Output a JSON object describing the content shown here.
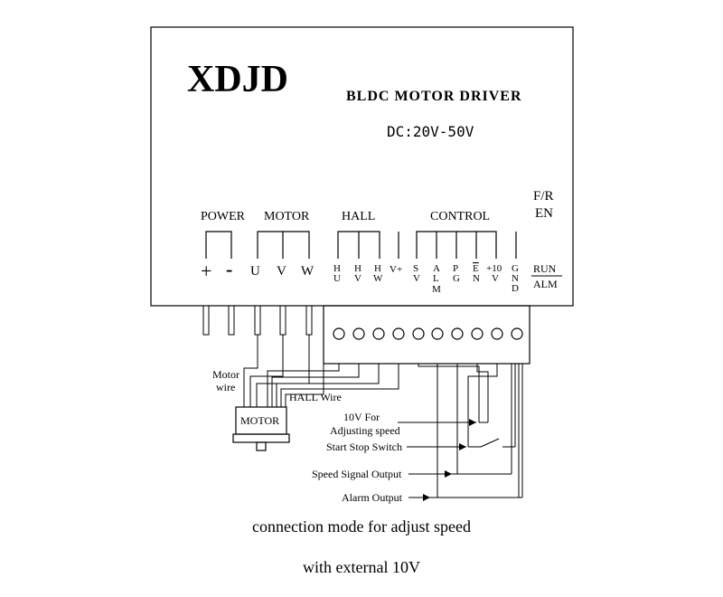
{
  "brand": "XDJD",
  "product": "BLDC MOTOR DRIVER",
  "voltage": "DC:20V-50V",
  "fr": "F/R",
  "en": "EN",
  "groups": {
    "power": "POWER",
    "motor": "MOTOR",
    "hall": "HALL",
    "control": "CONTROL"
  },
  "terminals": {
    "plus": "+",
    "minus": "-",
    "u": "U",
    "v": "V",
    "w": "W",
    "hu": [
      "H",
      "U"
    ],
    "hv": [
      "H",
      "V"
    ],
    "hw": [
      "H",
      "W"
    ],
    "vplus": "V+",
    "sv": [
      "S",
      "V"
    ],
    "alm": [
      "A",
      "L",
      "M"
    ],
    "pg": [
      "P",
      "G"
    ],
    "en": [
      "E",
      "N"
    ],
    "p10v": [
      "+10",
      "V"
    ],
    "gnd": [
      "G",
      "N",
      "D"
    ]
  },
  "run": "RUN",
  "alm": "ALM",
  "motor_box": "MOTOR",
  "motor_wire": [
    "Motor",
    "wire"
  ],
  "hall_wire": "HALL Wire",
  "labels": {
    "adj10v": [
      "10V For",
      "Adjusting speed"
    ],
    "start_stop": "Start Stop Switch",
    "speed_out": "Speed Signal Output",
    "alarm_out": "Alarm Output"
  },
  "captions": [
    "connection mode for adjust speed",
    "with external 10V"
  ]
}
